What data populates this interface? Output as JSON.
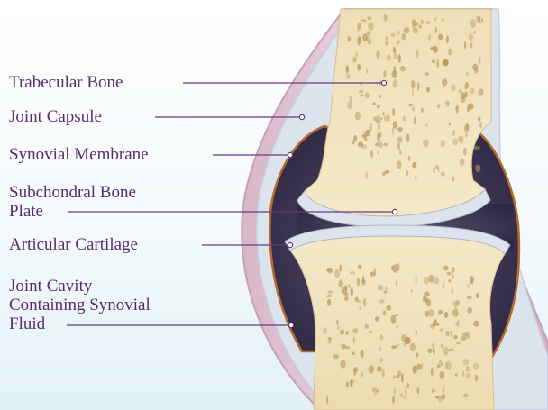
{
  "labels": {
    "trabecular_bone": "Trabecular Bone",
    "joint_capsule": "Joint Capsule",
    "synovial_membrane": "Synovial Membrane",
    "subchondral_bone_plate": [
      "Subchondral Bone",
      "Plate"
    ],
    "articular_cartilage": "Articular Cartilage",
    "joint_cavity": [
      "Joint Cavity",
      "Containing Synovial",
      "Fluid"
    ]
  },
  "colors": {
    "capsule": "#e6cfdc",
    "cavity_fluid": "#3f3757",
    "membrane": "#b76a2f",
    "bone": "#f1e4bd",
    "bone_pore": "#b9955c",
    "cartilage": "#d9dfe9",
    "label_text": "#5b2a6e",
    "leader_line": "#6a3a7c"
  }
}
